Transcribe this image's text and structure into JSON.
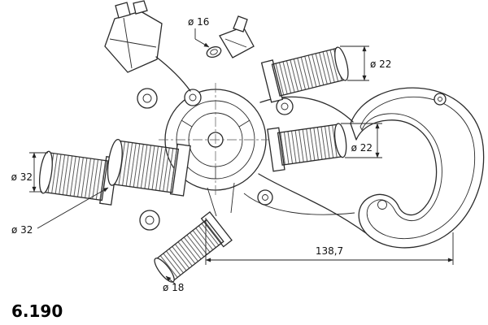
{
  "drawing": {
    "part_number": "6.190",
    "dims": {
      "top": "ø 16",
      "top_right": "ø 22",
      "mid_right": "ø 22",
      "left_upper": "ø 32",
      "left_lower": "ø 32",
      "bottom": "ø 18",
      "length": "138,7"
    }
  }
}
